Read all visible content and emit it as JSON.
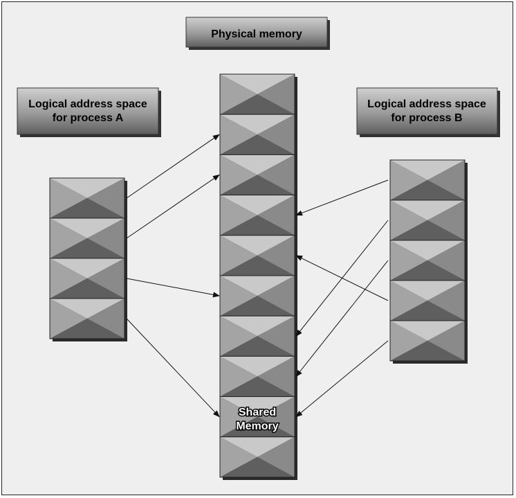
{
  "diagram": {
    "physical_memory_title": "Physical memory",
    "process_a_title": [
      "Logical address space",
      "for process A"
    ],
    "process_b_title": [
      "Logical address space",
      "for process B"
    ],
    "shared_memory_label": [
      "Shared",
      "Memory"
    ],
    "physical_pages": 10,
    "process_a_pages": 4,
    "process_b_pages": 5,
    "mapping_a": [
      {
        "from": 0,
        "to": 1
      },
      {
        "from": 1,
        "to": 2
      },
      {
        "from": 2,
        "to": 5
      },
      {
        "from": 3,
        "to": 8
      }
    ],
    "mapping_b": [
      {
        "from": 0,
        "to": 3
      },
      {
        "from": 1,
        "to": 6
      },
      {
        "from": 2,
        "to": 7
      },
      {
        "from": 3,
        "to": 4
      },
      {
        "from": 4,
        "to": 8
      }
    ],
    "shared_page_index": 8
  }
}
